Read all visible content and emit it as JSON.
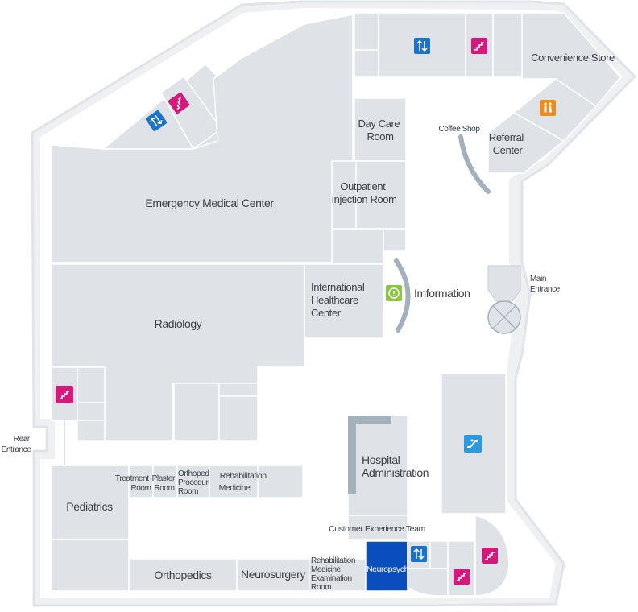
{
  "rooms": {
    "emergency": "Emergency Medical Center",
    "radiology": "Radiology",
    "day_care": [
      "Day Care",
      "Room"
    ],
    "outpatient": [
      "Outpatient",
      "Injection Room"
    ],
    "international": [
      "International",
      "Healthcare",
      "Center"
    ],
    "information": "Imformation",
    "convenience": "Convenience Store",
    "coffee": "Coffee Shop",
    "referral": [
      "Referral",
      "Center"
    ],
    "main_entrance": [
      "Main",
      "Entrance"
    ],
    "rear_entrance": [
      "Rear",
      "Entrance"
    ],
    "hospital_admin": [
      "Hospital",
      "Administration"
    ],
    "cx_team": "Customer Experience Team",
    "pediatrics": "Pediatrics",
    "treatment": [
      "Treatment",
      "Room"
    ],
    "plaster": [
      "Plaster",
      "Room"
    ],
    "ortho_proc": [
      "Orthopedic",
      "Procedure",
      "Room"
    ],
    "rehab_med": [
      "Rehabilitation",
      "Medicine"
    ],
    "orthopedics": "Orthopedics",
    "neurosurgery": "Neurosurgery",
    "rehab_exam": [
      "Rehabilitation",
      "Medicine",
      "Examination",
      "Room"
    ],
    "neuropsychiatry": "Neuropsychiatry"
  },
  "icons": {
    "elevator": "elevator-icon",
    "stairs": "stairs-icon",
    "escalator": "escalator-icon",
    "restroom": "restroom-icon",
    "info": "info-icon",
    "entrance_door": "revolving-door-icon"
  },
  "colors": {
    "room": "#dfe3e7",
    "wall": "#e9ecef",
    "curve": "#a4b0ba",
    "elevator": "#1a73c9",
    "stairs": "#d6187a",
    "escalator": "#2a9be0",
    "restroom": "#f08a1c",
    "info": "#8cc63f",
    "highlight": "#0a4dbd"
  }
}
